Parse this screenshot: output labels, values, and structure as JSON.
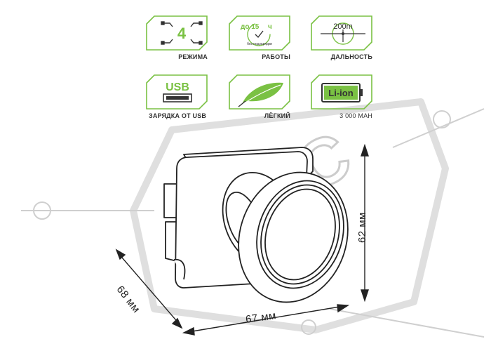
{
  "features": [
    {
      "value": "4",
      "label": "режима",
      "icon": "modes-icon"
    },
    {
      "top": "до 15",
      "unit": "ч",
      "small": "без подзарядки",
      "label": "работы",
      "icon": "clock-icon"
    },
    {
      "value": "200m",
      "label": "дальность",
      "icon": "range-icon"
    },
    {
      "value": "USB",
      "label": "зарядка от USB",
      "icon": "usb-icon"
    },
    {
      "label": "лёгкий",
      "icon": "feather-icon"
    },
    {
      "value": "Li-ion",
      "label": "3 000 mAh",
      "icon": "battery-icon"
    }
  ],
  "dimensions": {
    "depth": "68 мм",
    "width": "67 мм",
    "height": "62 мм"
  },
  "watermark": "КНС",
  "colors": {
    "accent": "#7ac143",
    "outline": "#333333",
    "watermark": "#d9d9d9"
  }
}
